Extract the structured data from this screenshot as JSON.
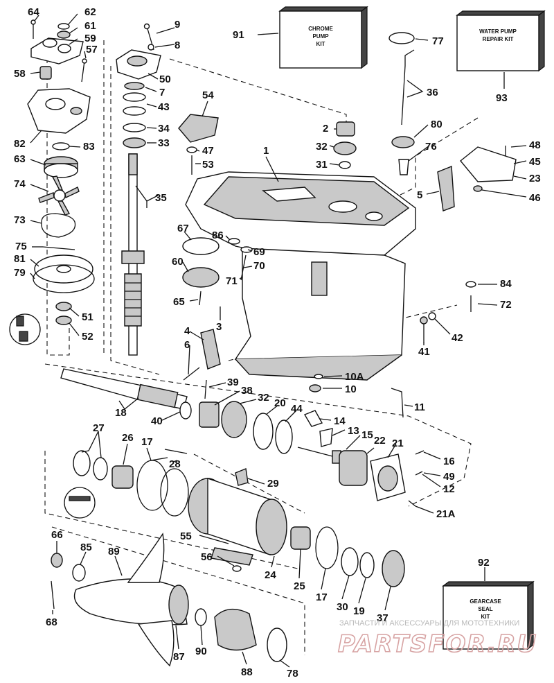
{
  "diagram": {
    "kits": {
      "chrome_pump": [
        "CHROME",
        "PUMP",
        "KIT"
      ],
      "water_pump_repair": [
        "WATER PUMP",
        "REPAIR KIT"
      ],
      "gearcase_seal": [
        "GEARCASE",
        "SEAL",
        "KIT"
      ]
    },
    "callouts": {
      "c64": "64",
      "c62": "62",
      "c61": "61",
      "c59": "59",
      "c57": "57",
      "c58": "58",
      "c82": "82",
      "c83": "83",
      "c63": "63",
      "c74": "74",
      "c73": "73",
      "c75": "75",
      "c81": "81",
      "c79": "79",
      "c51": "51",
      "c52": "52",
      "c9": "9",
      "c8": "8",
      "c50": "50",
      "c7": "7",
      "c43": "43",
      "c34": "34",
      "c33": "33",
      "c35": "35",
      "c54": "54",
      "c47": "47",
      "c53": "53",
      "c91": "91",
      "c77": "77",
      "c36": "36",
      "c93": "93",
      "c2": "2",
      "c32a": "32",
      "c31": "31",
      "c1": "1",
      "c80": "80",
      "c76": "76",
      "c48": "48",
      "c45": "45",
      "c23": "23",
      "c46": "46",
      "c5": "5",
      "c67": "67",
      "c86": "86",
      "c69": "69",
      "c60": "60",
      "c70": "70",
      "c71": "71",
      "c65": "65",
      "c3": "3",
      "c4": "4",
      "c6": "6",
      "c84": "84",
      "c72": "72",
      "c42": "42",
      "c41": "41",
      "c10a": "10A",
      "c10": "10",
      "c39": "39",
      "c38": "38",
      "c32b": "32",
      "c20": "20",
      "c44": "44",
      "c14": "14",
      "c13": "13",
      "c11": "11",
      "c18": "18",
      "c40": "40",
      "c15": "15",
      "c22": "22",
      "c21": "21",
      "c16": "16",
      "c49": "49",
      "c12": "12",
      "c21a": "21A",
      "c27": "27",
      "c26": "26",
      "c17a": "17",
      "c28": "28",
      "c29": "29",
      "c55": "55",
      "c56": "56",
      "c24": "24",
      "c25": "25",
      "c17b": "17",
      "c30": "30",
      "c19": "19",
      "c37": "37",
      "c92": "92",
      "c66": "66",
      "c85": "85",
      "c89": "89",
      "c68": "68",
      "c87": "87",
      "c90": "90",
      "c88": "88",
      "c78": "78"
    }
  },
  "watermark": {
    "text": "ЗАПЧАСТИ И АКСЕССУАРЫ ДЛЯ МОТОТЕХНИКИ",
    "logo": "PARTSFOR.RU"
  }
}
